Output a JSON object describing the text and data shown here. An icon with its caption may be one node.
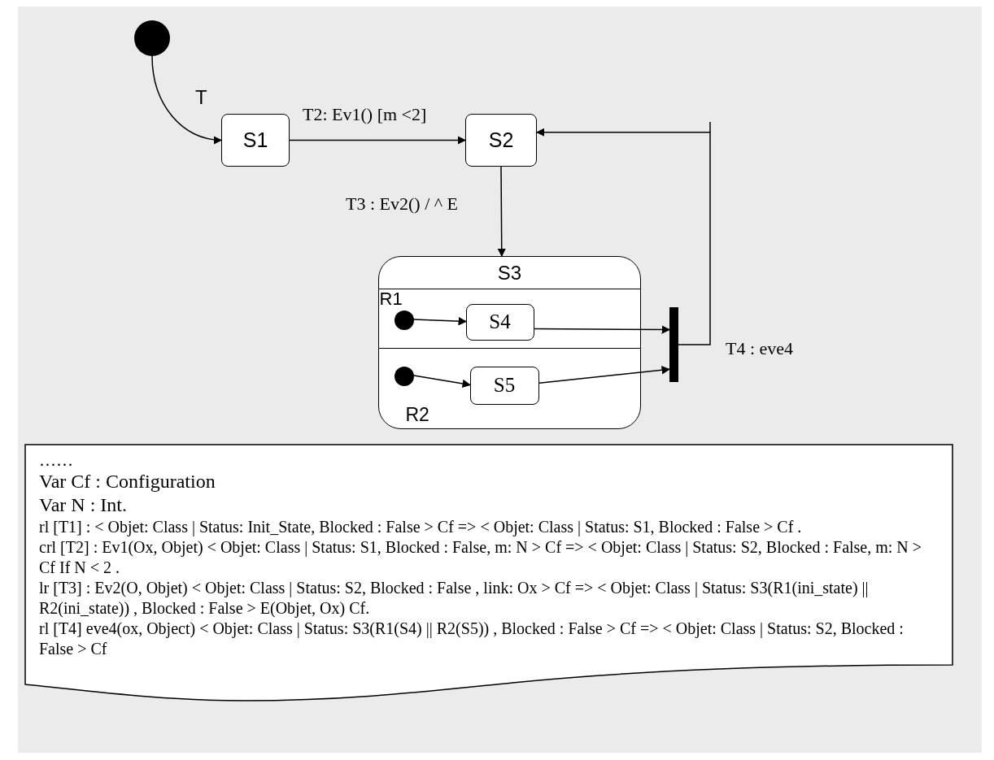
{
  "diagram": {
    "nodes": [
      {
        "text": [],
        "shape": "circle"
      },
      {
        "text": [
          "S1"
        ]
      },
      {
        "text": [
          "S2"
        ]
      },
      {
        "text": [
          "S3"
        ]
      },
      {
        "text": [
          "R1"
        ],
        "in": 3
      },
      {
        "text": [],
        "shape": "circle",
        "in": 4
      },
      {
        "text": [
          "S4"
        ],
        "in": 4
      },
      {
        "text": [
          "R2"
        ],
        "in": 3
      },
      {
        "text": [],
        "shape": "circle",
        "in": 7
      },
      {
        "text": [
          "S5"
        ],
        "in": 7
      },
      {
        "text": [],
        "shape": "bar"
      },
      {
        "text": [
          "……",
          "Var Cf : Configuration",
          "Var N : Int.",
          "rl [T1] : < Objet: Class | Status: Init_State, Blocked : False > Cf => < Objet: Class | Status: S1, Blocked : False > Cf .",
          "crl [T2] : Ev1(Ox, Objet) < Objet: Class | Status: S1, Blocked : False, m: N > Cf => < Objet: Class | Status: S2, Blocked : False, m: N > Cf If N < 2 .",
          "lr [T3] : Ev2(O, Objet) < Objet: Class | Status: S2, Blocked : False , link: Ox > Cf => < Objet: Class | Status: S3(R1(ini_state) || R2(ini_state)) , Blocked : False > E(Objet, Ox) Cf.",
          "rl [T4] eve4(ox, Object) < Objet: Class | Status: S3(R1(S4) || R2(S5)) , Blocked : False > Cf => < Objet: Class | Status: S2, Blocked : False > Cf"
        ]
      }
    ],
    "edges": [
      {
        "from": 0,
        "to": 1,
        "arrow": "to",
        "label": "T"
      },
      {
        "from": 1,
        "to": 2,
        "arrow": "to",
        "label": "T2: Ev1() [m <2]"
      },
      {
        "from": 2,
        "to": 3,
        "arrow": "to",
        "label": "T3 : Ev2() / ^ E"
      },
      {
        "from": 5,
        "to": 6,
        "arrow": "to"
      },
      {
        "from": 6,
        "to": 10,
        "arrow": "to"
      },
      {
        "from": 8,
        "to": 9,
        "arrow": "to"
      },
      {
        "from": 9,
        "to": 10,
        "arrow": "to"
      },
      {
        "from": 10,
        "to": 2,
        "arrow": "to",
        "label": "T4 : eve4"
      }
    ]
  }
}
